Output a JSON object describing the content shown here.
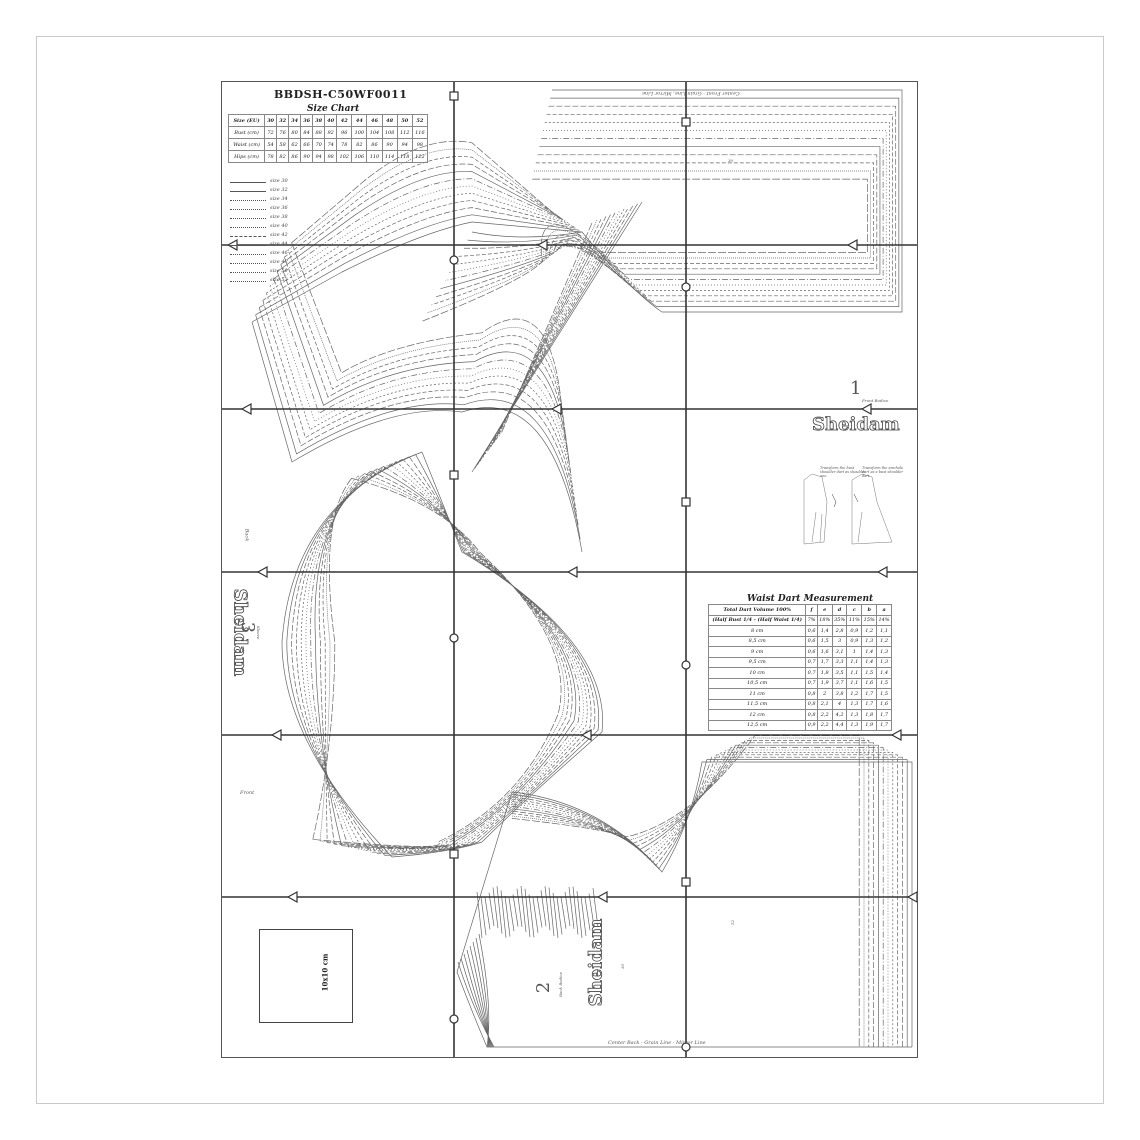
{
  "document": {
    "code": "BBDSH-C50WF0011",
    "size_chart_title": "Size Chart",
    "size_chart": {
      "headers": [
        "Size (EU)",
        "30",
        "32",
        "34",
        "36",
        "38",
        "40",
        "42",
        "44",
        "46",
        "48",
        "50",
        "52"
      ],
      "rows": [
        [
          "Bust (cm)",
          "72",
          "76",
          "80",
          "84",
          "88",
          "92",
          "96",
          "100",
          "104",
          "108",
          "112",
          "116"
        ],
        [
          "Waist (cm)",
          "54",
          "58",
          "62",
          "66",
          "70",
          "74",
          "78",
          "82",
          "86",
          "90",
          "94",
          "98"
        ],
        [
          "Hips (cm)",
          "78",
          "82",
          "86",
          "90",
          "94",
          "98",
          "102",
          "106",
          "110",
          "114",
          "118",
          "122"
        ]
      ]
    },
    "legend": [
      "size 30",
      "size 32",
      "size 34",
      "size 36",
      "size 38",
      "size 40",
      "size 42",
      "size 44",
      "size 46",
      "size 48",
      "size 50",
      "size 52"
    ],
    "legend_dashes": [
      "",
      "",
      "6 2",
      "4 2",
      "2 2",
      "1 2",
      "6 2 1 2",
      "",
      "6 2",
      "4 2",
      "1 1",
      "8 2"
    ],
    "grain_line_top": "Center Front - Grain Line, Mirror Line",
    "grain_line_bottom": "Center Back - Grain Line - Mirror Line",
    "brand": "Sheidam",
    "pieces": {
      "front_bodice": {
        "number": "1",
        "label": "Front Bodice"
      },
      "back_bodice": {
        "number": "2",
        "label": "Back Bodice"
      },
      "sleeve": {
        "number": "3",
        "label": "Sleeve"
      }
    },
    "sleeve_marks": {
      "back": "Back",
      "front": "Front"
    },
    "dart_notes": [
      "Transform the bust shoulder dart as shoulder one",
      "Transform the armhole dart as a bust shoulder dart"
    ],
    "dart_title": "Waist Dart Measurement",
    "dart_table": {
      "headers": [
        "Total Dart Volume 100%",
        "f",
        "e",
        "d",
        "c",
        "b",
        "a"
      ],
      "subheader": "(Half Bust 1/4 - (Half Waist 1/4)",
      "percentages": [
        "",
        "7%",
        "18%",
        "35%",
        "11%",
        "15%",
        "14%"
      ],
      "rows": [
        [
          "8 cm",
          "0,6",
          "1,4",
          "2,8",
          "0,9",
          "1,2",
          "1,1"
        ],
        [
          "8,5 cm",
          "0,6",
          "1,5",
          "3",
          "0,9",
          "1,3",
          "1,2"
        ],
        [
          "9 cm",
          "0,6",
          "1,6",
          "3,1",
          "1",
          "1,4",
          "1,3"
        ],
        [
          "9,5 cm",
          "0,7",
          "1,7",
          "3,3",
          "1,1",
          "1,4",
          "1,3"
        ],
        [
          "10 cm",
          "0,7",
          "1,8",
          "3,5",
          "1,1",
          "1,5",
          "1,4"
        ],
        [
          "10,5 cm",
          "0,7",
          "1,9",
          "3,7",
          "1,1",
          "1,6",
          "1,5"
        ],
        [
          "11 cm",
          "0,8",
          "2",
          "3,8",
          "1,2",
          "1,7",
          "1,5"
        ],
        [
          "11,5 cm",
          "0,8",
          "2,1",
          "4",
          "1,3",
          "1,7",
          "1,6"
        ],
        [
          "12 cm",
          "0,8",
          "2,2",
          "4,2",
          "1,3",
          "1,8",
          "1,7"
        ],
        [
          "12,5 cm",
          "0,9",
          "2,2",
          "4,4",
          "1,3",
          "1,9",
          "1,7"
        ]
      ]
    },
    "test_square": "10x10 cm",
    "marks": {
      "sleeve_cap": "30",
      "back_dart_start": "30",
      "back_dart_end": "52",
      "front_dart": "30"
    }
  }
}
